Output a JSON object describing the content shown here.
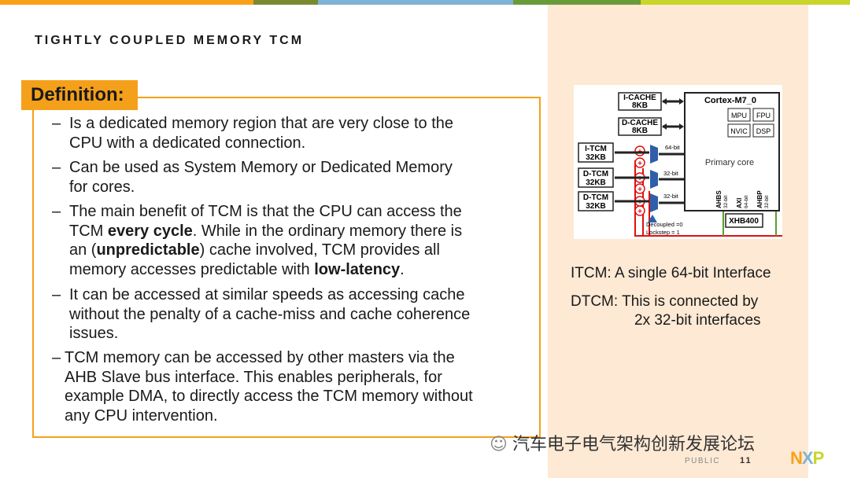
{
  "header": {
    "title": "TIGHTLY COUPLED MEMORY TCM",
    "bar_colors": [
      "#f9a11b",
      "#7b8a31",
      "#7fb3d5",
      "#6a9b3a",
      "#c9d52a"
    ]
  },
  "definition": {
    "label": "Definition:",
    "items": [
      {
        "dash": "–",
        "lines": [
          "Is a dedicated memory region that are very close to the",
          "CPU with a dedicated connection."
        ]
      },
      {
        "dash": "–",
        "lines": [
          "Can be used as System Memory or Dedicated Memory",
          "for cores."
        ]
      },
      {
        "dash": "–",
        "line1": "The main benefit of TCM is that the CPU can access the",
        "line2_pre": "TCM ",
        "line2_bold": "every cycle",
        "line2_post": ". While in the ordinary memory there is",
        "line3_pre": "an (",
        "line3_bold": "unpredictable",
        "line3_post": ") cache involved, TCM provides all",
        "line4_pre": "memory accesses predictable with ",
        "line4_bold": "low-latency",
        "line4_post": "."
      },
      {
        "dash": "–",
        "lines": [
          "It can be accessed at similar speeds as accessing cache",
          "without the penalty of a cache-miss and cache coherence",
          "issues."
        ]
      },
      {
        "dash": "–",
        "lines": [
          "TCM memory can be accessed by other masters via the",
          "AHB Slave bus interface. This enables peripherals, for",
          "example DMA, to directly access the TCM memory without",
          "any CPU intervention."
        ]
      }
    ]
  },
  "diagram": {
    "icache": [
      "I-CACHE",
      "8KB"
    ],
    "dcache": [
      "D-CACHE",
      "8KB"
    ],
    "itcm": [
      "I-TCM",
      "32KB"
    ],
    "dtcm0": [
      "D-TCM",
      "32KB"
    ],
    "dtcm1": [
      "D-TCM",
      "32KB"
    ],
    "core_title": "Cortex-M7_0",
    "mpu": "MPU",
    "fpu": "FPU",
    "nvic": "NVIC",
    "dsp": "DSP",
    "primary": "Primary core",
    "bus64": "64-bit",
    "bus32a": "32-bit",
    "bus32b": "32-bit",
    "ahbs": [
      "AHBS",
      "32-bit"
    ],
    "axi": [
      "AXI",
      "64-bit"
    ],
    "ahbp": [
      "AHBP",
      "32-bit"
    ],
    "xhb": "XHB400",
    "decoupled": "Decoupled =0",
    "lockstep": "Lockstep = 1"
  },
  "captions": {
    "itcm": "ITCM: A single 64-bit Interface",
    "dtcm1": "DTCM: This is connected by",
    "dtcm2": "2x 32-bit interfaces"
  },
  "footer": {
    "watermark": "汽车电子电气架构创新发展论坛",
    "public": "PUBLIC",
    "page": "11",
    "logo": "NXP"
  }
}
